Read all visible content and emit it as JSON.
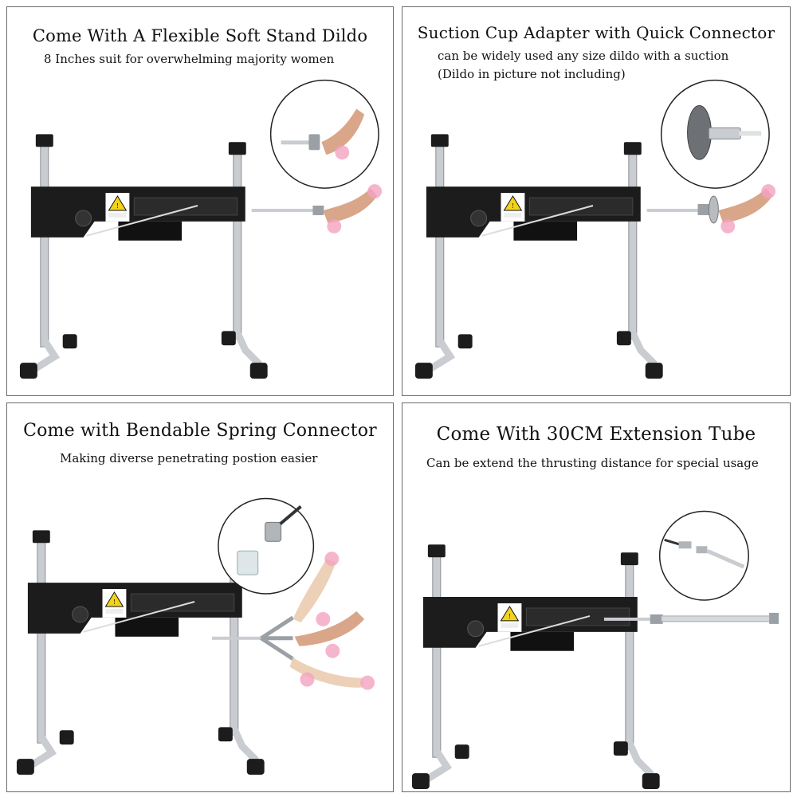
{
  "panels": [
    {
      "title": "Come With A Flexible Soft Stand Dildo",
      "subtitle": "8 Inches suit for overwhelming majority women"
    },
    {
      "title": "Suction Cup Adapter with Quick Connector",
      "subtitle": "can be widely used any size dildo with a suction",
      "subtitle2": "(Dildo in picture not including)"
    },
    {
      "title": "Come with Bendable Spring Connector",
      "subtitle": "Making diverse penetrating postion easier"
    },
    {
      "title": "Come With 30CM Extension Tube",
      "subtitle": "Can be extend the thrusting distance for special usage"
    }
  ],
  "warning_label": "Warning",
  "colors": {
    "border": "#6a6a6a",
    "machine_body": "#1c1c1c",
    "chrome": "#c9ccd0",
    "warning_yellow": "#f2d21a",
    "skin": "#d9a68a",
    "censor_pink": "#f2a2c0"
  }
}
